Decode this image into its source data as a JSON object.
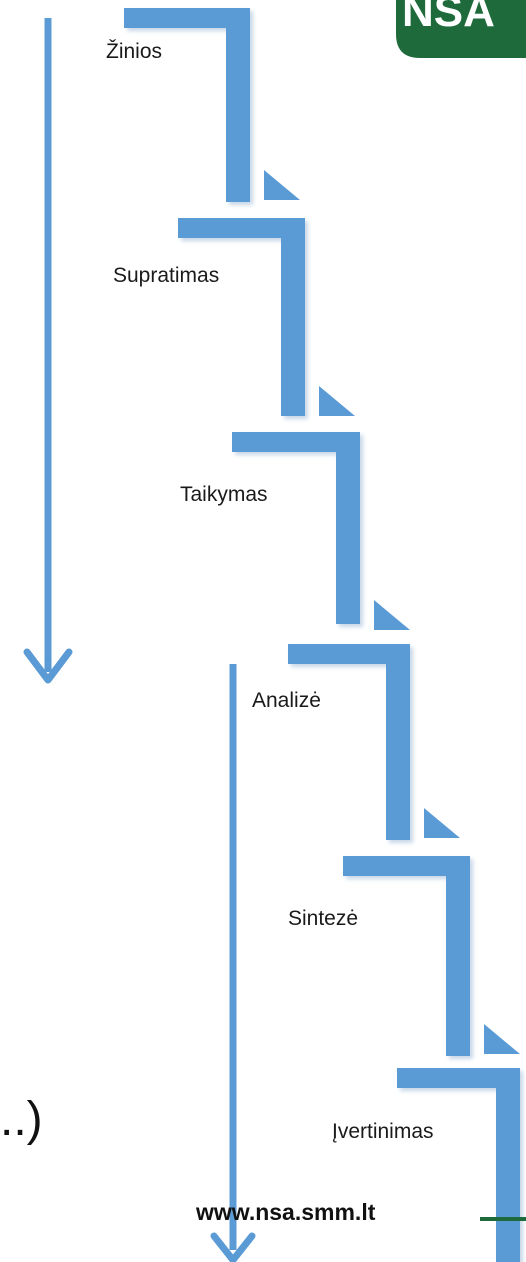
{
  "diagram": {
    "steps": [
      {
        "label": "Žinios"
      },
      {
        "label": "Supratimas"
      },
      {
        "label": "Taikymas"
      },
      {
        "label": "Analizė"
      },
      {
        "label": "Sintezė"
      },
      {
        "label": "Įvertinimas"
      }
    ],
    "colors": {
      "step_fill": "#5b9bd5",
      "step_shadow": "#c8d7e8",
      "arrow": "#5b9bd5",
      "logo_green": "#1e6a3a",
      "footer_line": "#1e6a3a"
    }
  },
  "footer": {
    "url": "www.nsa.smm.lt",
    "ellipsis_text": "..)"
  },
  "logo": {
    "text": "NSA",
    "icon": "nsa-logo"
  }
}
